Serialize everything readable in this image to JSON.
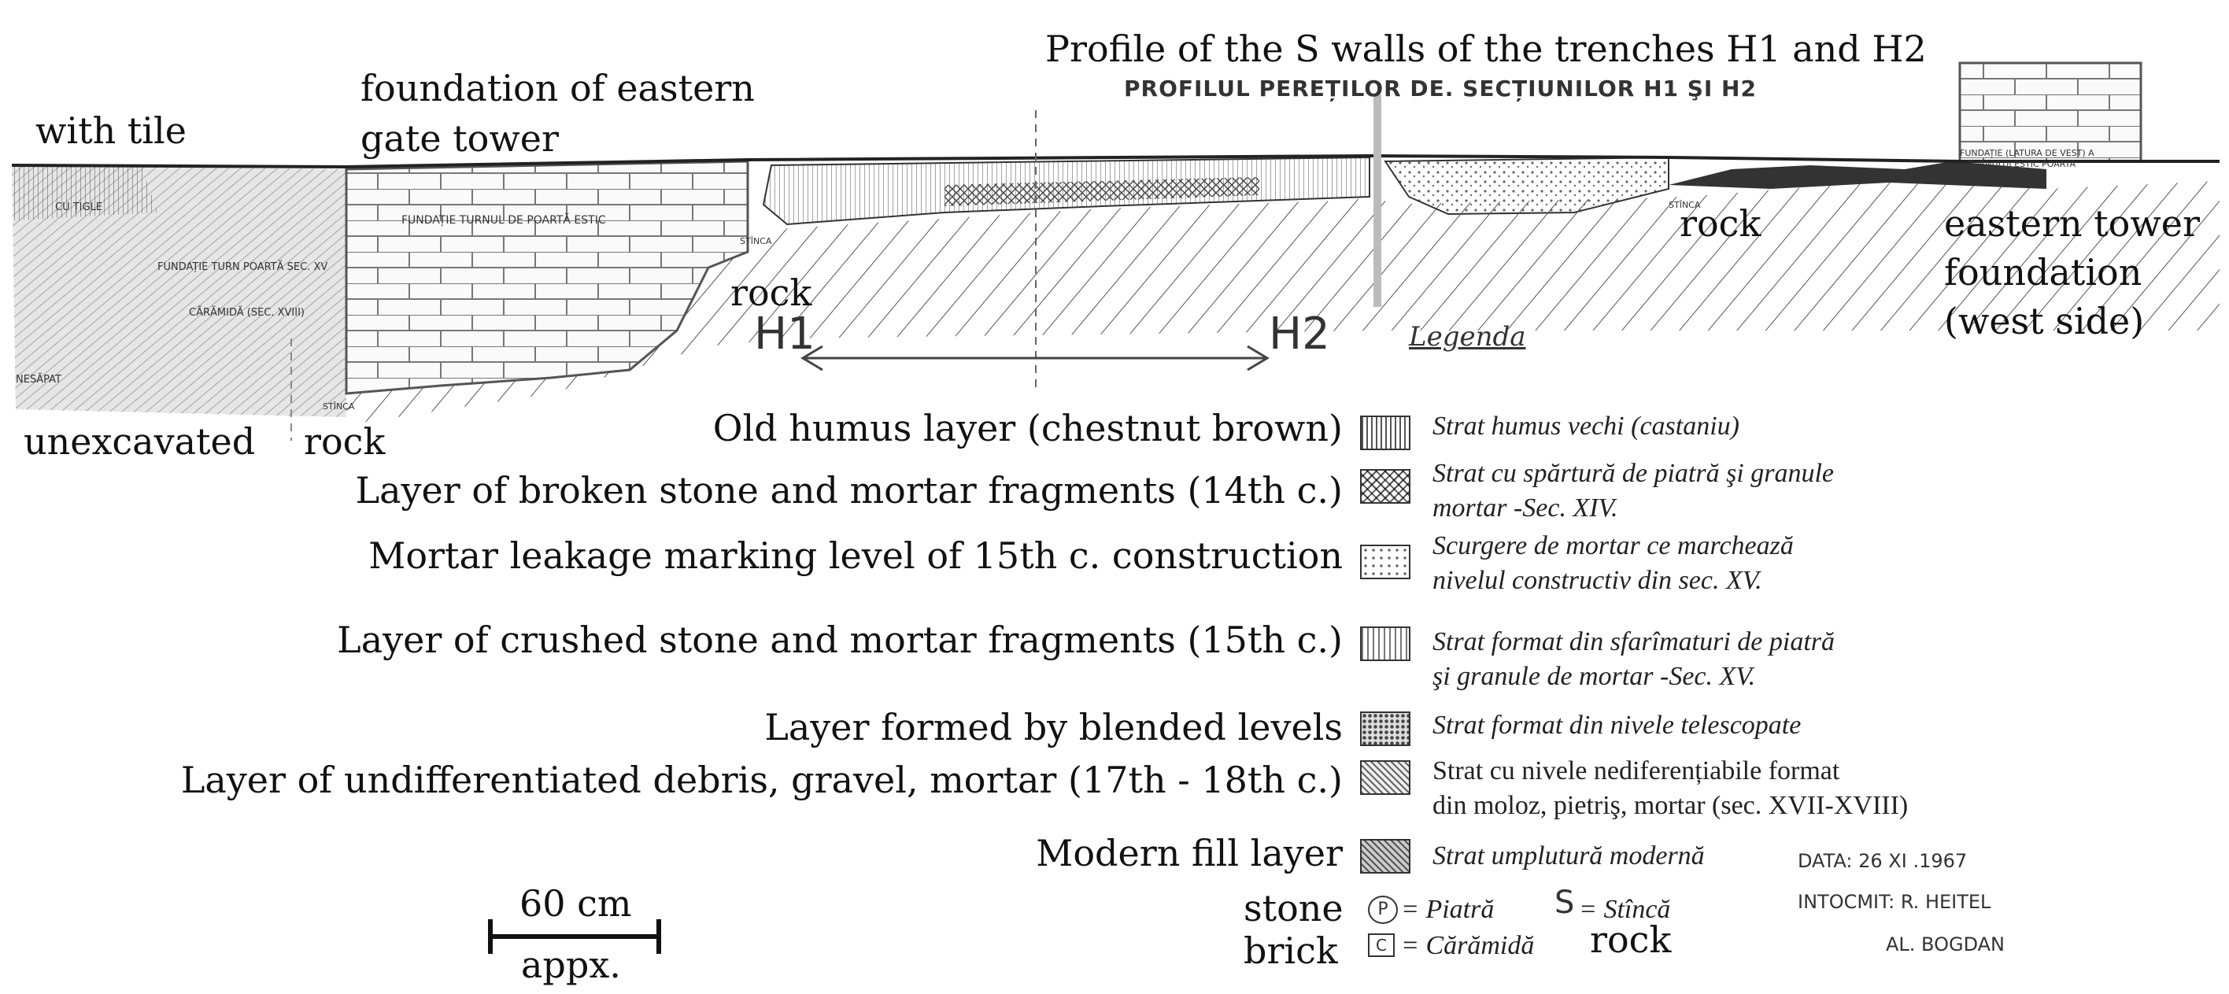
{
  "title_en": "Profile of the S walls of the trenches H1 and H2",
  "title_ro": "PROFILUL PEREȚILOR DE. SECȚIUNILOR H1 ŞI H2",
  "section_labels": {
    "h1": "H1",
    "h2": "H2"
  },
  "annotations_en": {
    "with_tile": "with tile",
    "foundation_eastern_gate_tower_1": "foundation of eastern",
    "foundation_eastern_gate_tower_2": "gate tower",
    "unexcavated": "unexcavated",
    "rock_left": "rock",
    "rock_mid": "rock",
    "rock_right": "rock",
    "eastern_tower_1": "eastern tower",
    "eastern_tower_2": "foundation",
    "eastern_tower_3": "(west side)"
  },
  "annotations_ro": {
    "cu_tigle": "CU ȚIGLE",
    "fundatie_turn": "FUNDAȚIE TURN POARTĂ SEC. XV",
    "caramida": "CĂRĂMIDĂ (SEC. XVIII)",
    "nesapat": "NESĂPAT",
    "fundatie_turnul": "FUNDAȚIE TURNUL DE POARTĂ ESTIC",
    "stinca_1": "STÎNCA",
    "stinca_2": "STÎNCA",
    "stinca_3": "STÎNCA",
    "fundatie_vest_1": "FUNDAȚIE (LATURA DE VEST) A",
    "fundatie_vest_2": "TURNULUI ESTIC POARTA"
  },
  "legend_heading": "Legenda",
  "legend": [
    {
      "en": "Old humus layer (chestnut brown)",
      "ro1": "Strat humus vechi (castaniu)",
      "ro2": "",
      "pattern": "vlines"
    },
    {
      "en": "Layer of broken stone and mortar fragments (14th c.)",
      "ro1": "Strat cu spărtură de piatră şi granule",
      "ro2": "mortar -Sec. XIV.",
      "pattern": "crosshatch"
    },
    {
      "en": "Mortar leakage marking level of 15th c. construction",
      "ro1": "Scurgere de mortar ce marchează",
      "ro2": "nivelul constructiv din sec. XV.",
      "pattern": "dots"
    },
    {
      "en": "Layer of crushed stone and mortar fragments (15th c.)",
      "ro1": "Strat format din sfarîmaturi de piatră",
      "ro2": "şi granule de mortar -Sec. XV.",
      "pattern": "grid"
    },
    {
      "en": "Layer formed by blended levels",
      "ro1": "Strat format din nivele telescopate",
      "ro2": "",
      "pattern": "stipple"
    },
    {
      "en": "Layer of undifferentiated debris, gravel, mortar (17th - 18th c.)",
      "ro1": "Strat cu nivele nediferențiabile format",
      "ro2": "din moloz, pietriş, mortar (sec. XVII-XVIII)",
      "pattern": "diag"
    },
    {
      "en": "Modern fill layer",
      "ro1": "Strat umplutură modernă",
      "ro2": "",
      "pattern": "hatch"
    }
  ],
  "symbols": {
    "stone_en": "stone",
    "brick_en": "brick",
    "p_symbol": "P",
    "c_symbol": "C",
    "piatra": "= Piatră",
    "caramida": "= Cărămidă",
    "s_symbol": "S",
    "stinca": "= Stîncă",
    "rock_en": "rock"
  },
  "scale": {
    "label": "60 cm",
    "note": "appx."
  },
  "credits": {
    "date": "DATA: 26 XI .1967",
    "made_by": "INTOCMIT: R. HEITEL",
    "co_author": "AL. BOGDAN"
  }
}
